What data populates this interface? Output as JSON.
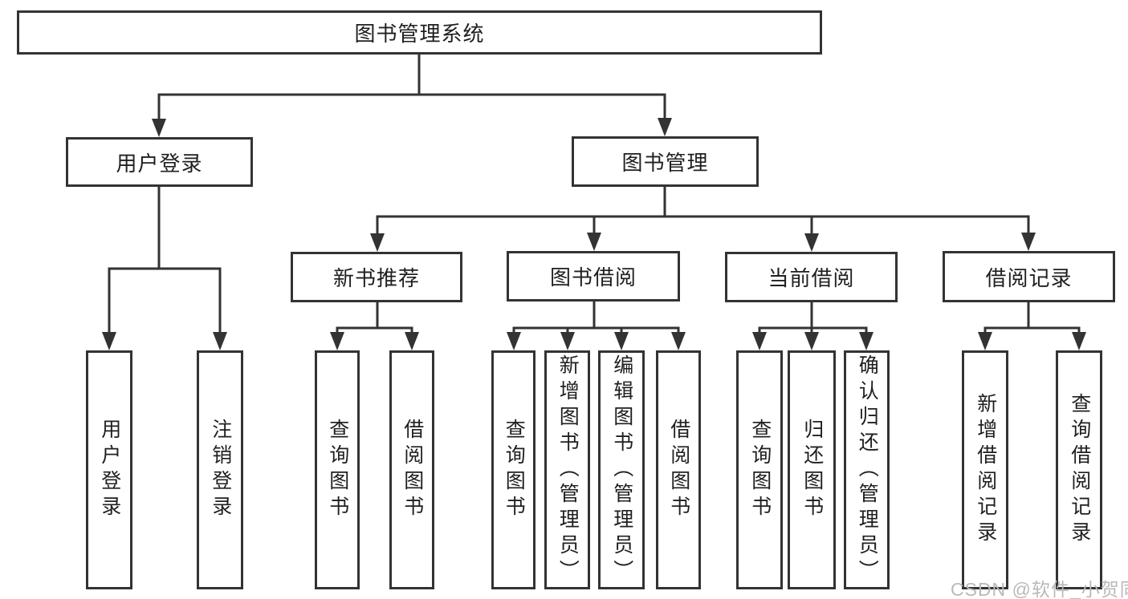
{
  "diagram": {
    "root": {
      "label": "图书管理系统"
    },
    "level2": [
      {
        "label": "用户登录"
      },
      {
        "label": "图书管理"
      }
    ],
    "groups": [
      {
        "parent": "用户登录",
        "children": [
          "用户登录",
          "注销登录"
        ]
      },
      {
        "parent": "新书推荐",
        "children": [
          "查询图书",
          "借阅图书"
        ]
      },
      {
        "parent": "图书借阅",
        "children": [
          "查询图书",
          "新增图书（管理员）",
          "编辑图书（管理员）",
          "借阅图书"
        ]
      },
      {
        "parent": "当前借阅",
        "children": [
          "查询图书",
          "归还图书",
          "确认归还（管理员）"
        ]
      },
      {
        "parent": "借阅记录",
        "children": [
          "新增借阅记录",
          "查询借阅记录"
        ]
      }
    ],
    "colors": {
      "line": "#333333",
      "text": "#1f1f1f",
      "background": "#ffffff"
    }
  },
  "watermark": {
    "text": "CSDN @软件_小贺同学",
    "color": "#b9b9b9"
  }
}
